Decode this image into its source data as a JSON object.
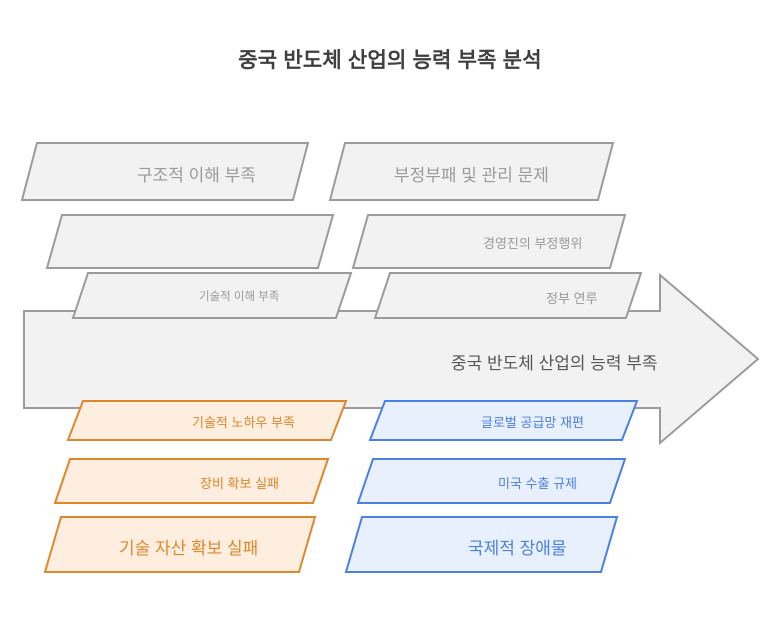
{
  "title": "중국 반도체 산업의 능력 부족 분석",
  "spine": {
    "label": "중국 반도체 산업의 능력 부족",
    "fill": "#f2f2f2",
    "stroke": "#9b9b9b",
    "arrow_head_icon": "arrow-right-icon"
  },
  "palette": {
    "gray_fill": "#f2f2f2",
    "gray_stroke": "#9b9b9b",
    "gray_text": "#9a9a9a",
    "orange_fill": "#fdeee0",
    "orange_stroke": "#e0872b",
    "orange_text": "#e0872b",
    "blue_fill": "#e9f0fd",
    "blue_stroke": "#4a80e0",
    "blue_text": "#4a80e0",
    "title_text": "#3f3f3f",
    "spine_text": "#575757",
    "background": "#ffffff"
  },
  "branches": [
    {
      "id": "top-left",
      "position": "top-left",
      "category": "structural-understanding",
      "color": "gray",
      "nodes": [
        {
          "label": "구조적 이해 부족",
          "size": "lg",
          "level": 1
        },
        {
          "label": "",
          "size": "md",
          "level": 2
        },
        {
          "label": "기술적 이해 부족",
          "size": "sm",
          "level": 3
        }
      ]
    },
    {
      "id": "top-right",
      "position": "top-right",
      "category": "corruption-management",
      "color": "gray",
      "nodes": [
        {
          "label": "부정부패 및 관리 문제",
          "size": "lg",
          "level": 1
        },
        {
          "label": "경영진의 부정행위",
          "size": "md",
          "level": 2
        },
        {
          "label": "정부 연루",
          "size": "md",
          "level": 3
        }
      ]
    },
    {
      "id": "bottom-left",
      "position": "bottom-left",
      "category": "technology-assets",
      "color": "orange",
      "nodes": [
        {
          "label": "기술적 노하우 부족",
          "size": "md",
          "level": 1
        },
        {
          "label": "장비 확보 실패",
          "size": "md",
          "level": 2
        },
        {
          "label": "기술 자산 확보 실패",
          "size": "lg",
          "level": 3
        }
      ]
    },
    {
      "id": "bottom-right",
      "position": "bottom-right",
      "category": "international-barriers",
      "color": "blue",
      "nodes": [
        {
          "label": "글로벌 공급망 재편",
          "size": "md",
          "level": 1
        },
        {
          "label": "미국 수출 규제",
          "size": "md",
          "level": 2
        },
        {
          "label": "국제적 장애물",
          "size": "lg",
          "level": 3
        }
      ]
    }
  ]
}
